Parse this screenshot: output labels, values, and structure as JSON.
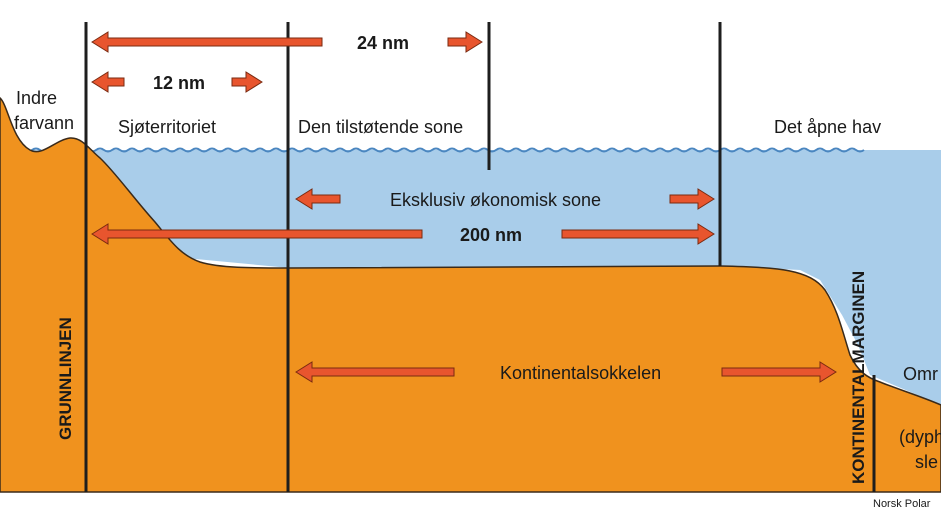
{
  "labels": {
    "indre_1": "Indre",
    "indre_2": "farvann",
    "sjoterritoriet": "Sjøterritoriet",
    "tilstotende": "Den tilstøtende sone",
    "apne_hav": "Det åpne hav",
    "eksklusiv": "Eksklusiv økonomisk sone",
    "nm_200": "200 nm",
    "nm_24": "24 nm",
    "nm_12": "12 nm",
    "kontinentalsokkelen": "Kontinentalsokkelen",
    "grunnlinjen": "GRUNNLINJEN",
    "kontinentalmarginen": "KONTINENTALMARGINEN",
    "omr": "Omr",
    "dyph": "(dyph",
    "sle": "sle",
    "credit": "Norsk Polar"
  },
  "colors": {
    "land": "#f0921e",
    "water": "#a9cdea",
    "arrow": "#e8552e",
    "line": "#1e1e1e",
    "text": "#1a1a1a"
  }
}
